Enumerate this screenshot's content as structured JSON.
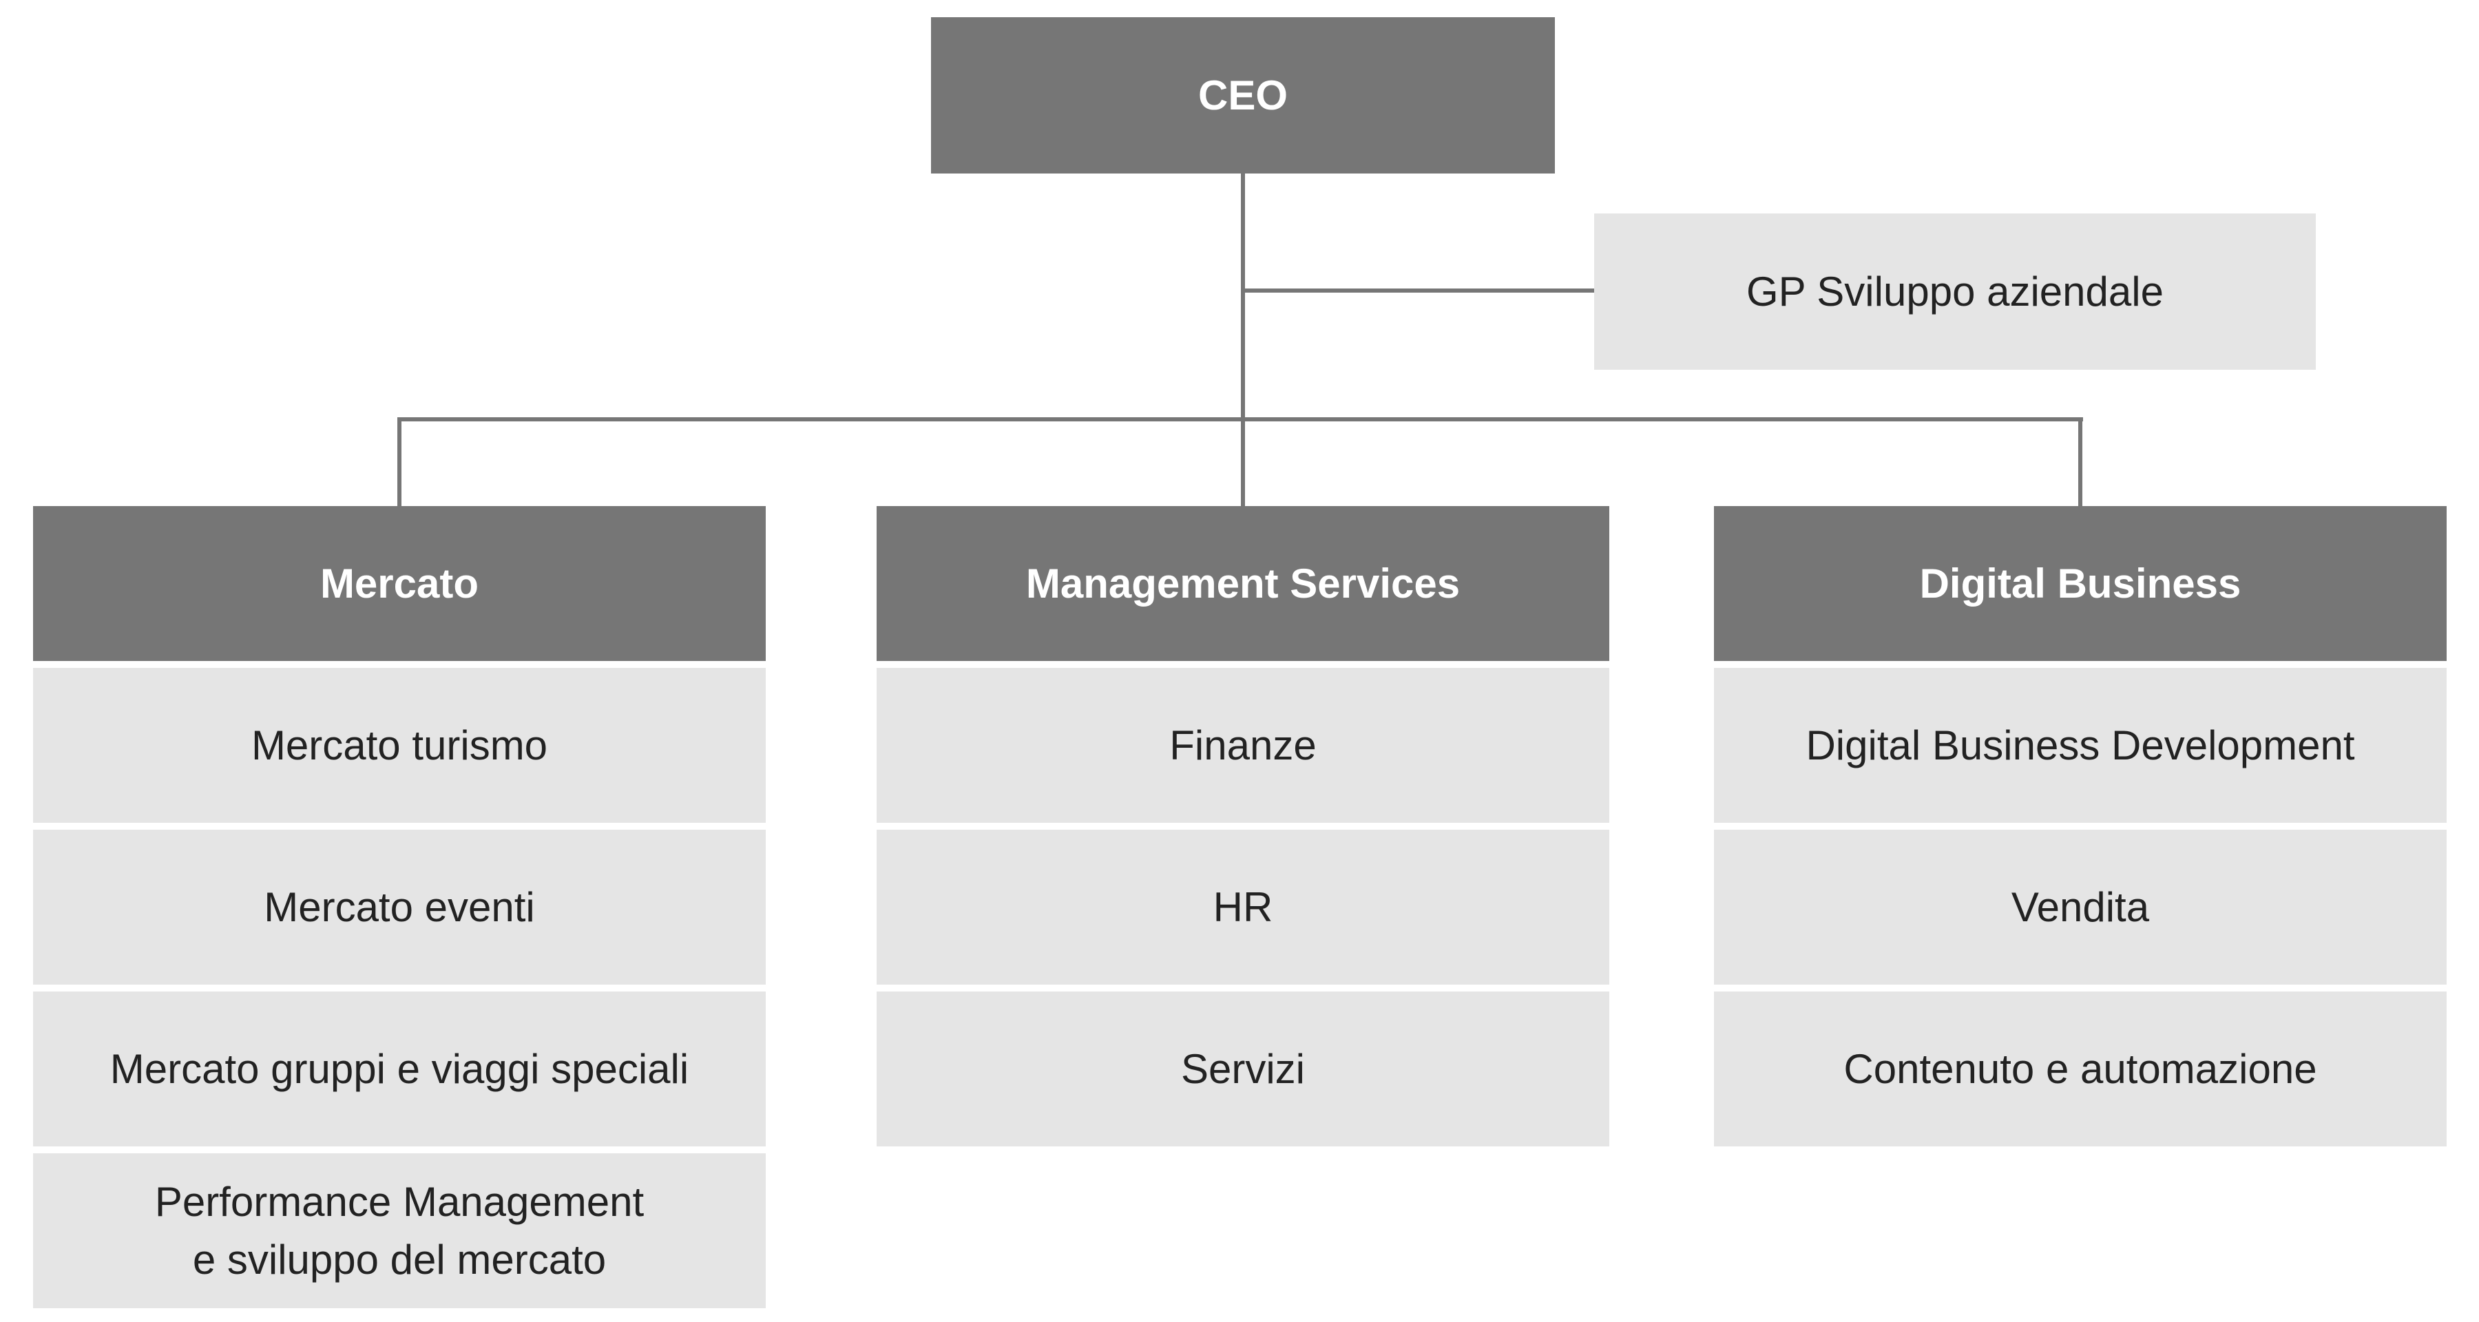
{
  "org": {
    "root": {
      "label": "CEO"
    },
    "staff_unit": {
      "label": "GP Sviluppo aziendale"
    },
    "departments": [
      {
        "name": "Mercato",
        "items": [
          "Mercato turismo",
          "Mercato eventi",
          "Mercato gruppi e viaggi speciali",
          "Performance Management\ne sviluppo del mercato"
        ]
      },
      {
        "name": "Management Services",
        "items": [
          "Finanze",
          "HR",
          "Servizi"
        ]
      },
      {
        "name": "Digital Business",
        "items": [
          "Digital Business Development",
          "Vendita",
          "Contenuto e automazione"
        ]
      }
    ],
    "colors": {
      "header_bg": "#767676",
      "item_bg": "#e5e5e5",
      "line": "#767676",
      "header_text": "#ffffff",
      "item_text": "#222222",
      "background": "#ffffff"
    }
  }
}
